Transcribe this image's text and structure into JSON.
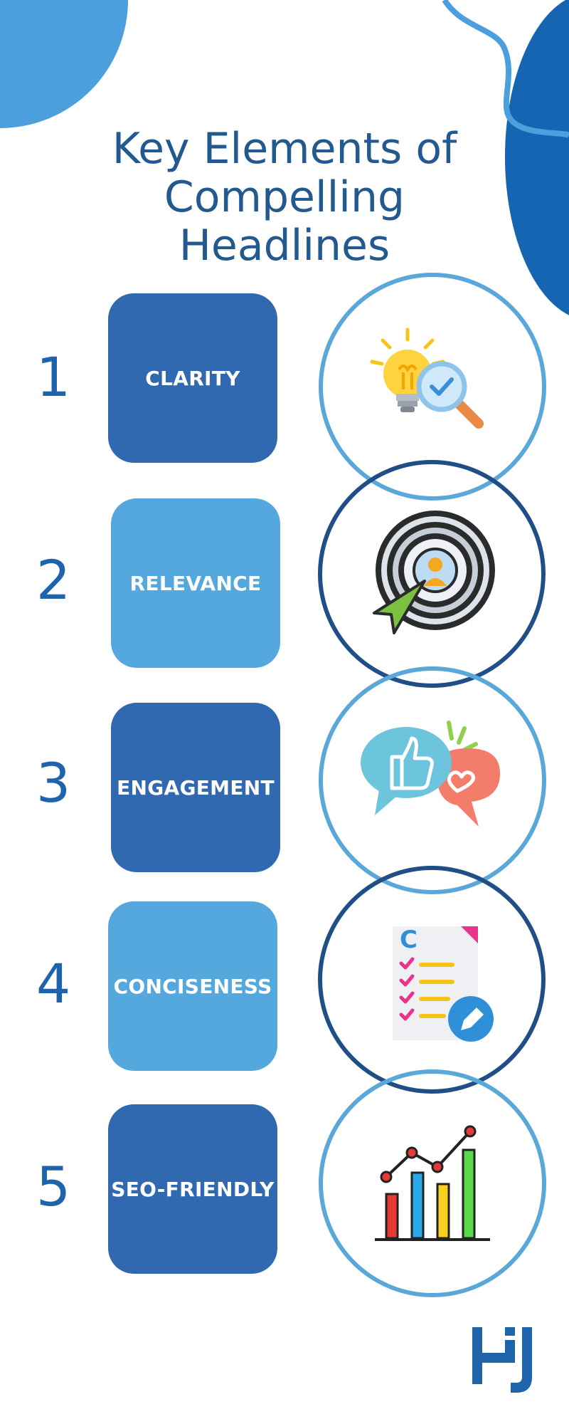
{
  "title": "Key Elements of Compelling Headlines",
  "items": [
    {
      "number": "1",
      "label": "CLARITY",
      "icon": "lightbulb-magnifier-icon"
    },
    {
      "number": "2",
      "label": "RELEVANCE",
      "icon": "target-cursor-icon"
    },
    {
      "number": "3",
      "label": "ENGAGEMENT",
      "icon": "chat-like-heart-icon"
    },
    {
      "number": "4",
      "label": "CONCISENESS",
      "icon": "checklist-edit-icon"
    },
    {
      "number": "5",
      "label": "SEO-FRIENDLY",
      "icon": "bar-line-chart-icon"
    }
  ],
  "colors": {
    "title": "#22598f",
    "number": "#1e64ad",
    "box_dark": "#3069b0",
    "box_light": "#55a8dd",
    "ring_light": "#5aa7d9",
    "ring_dark": "#1f4f86"
  },
  "logo": "hj-logo-icon"
}
